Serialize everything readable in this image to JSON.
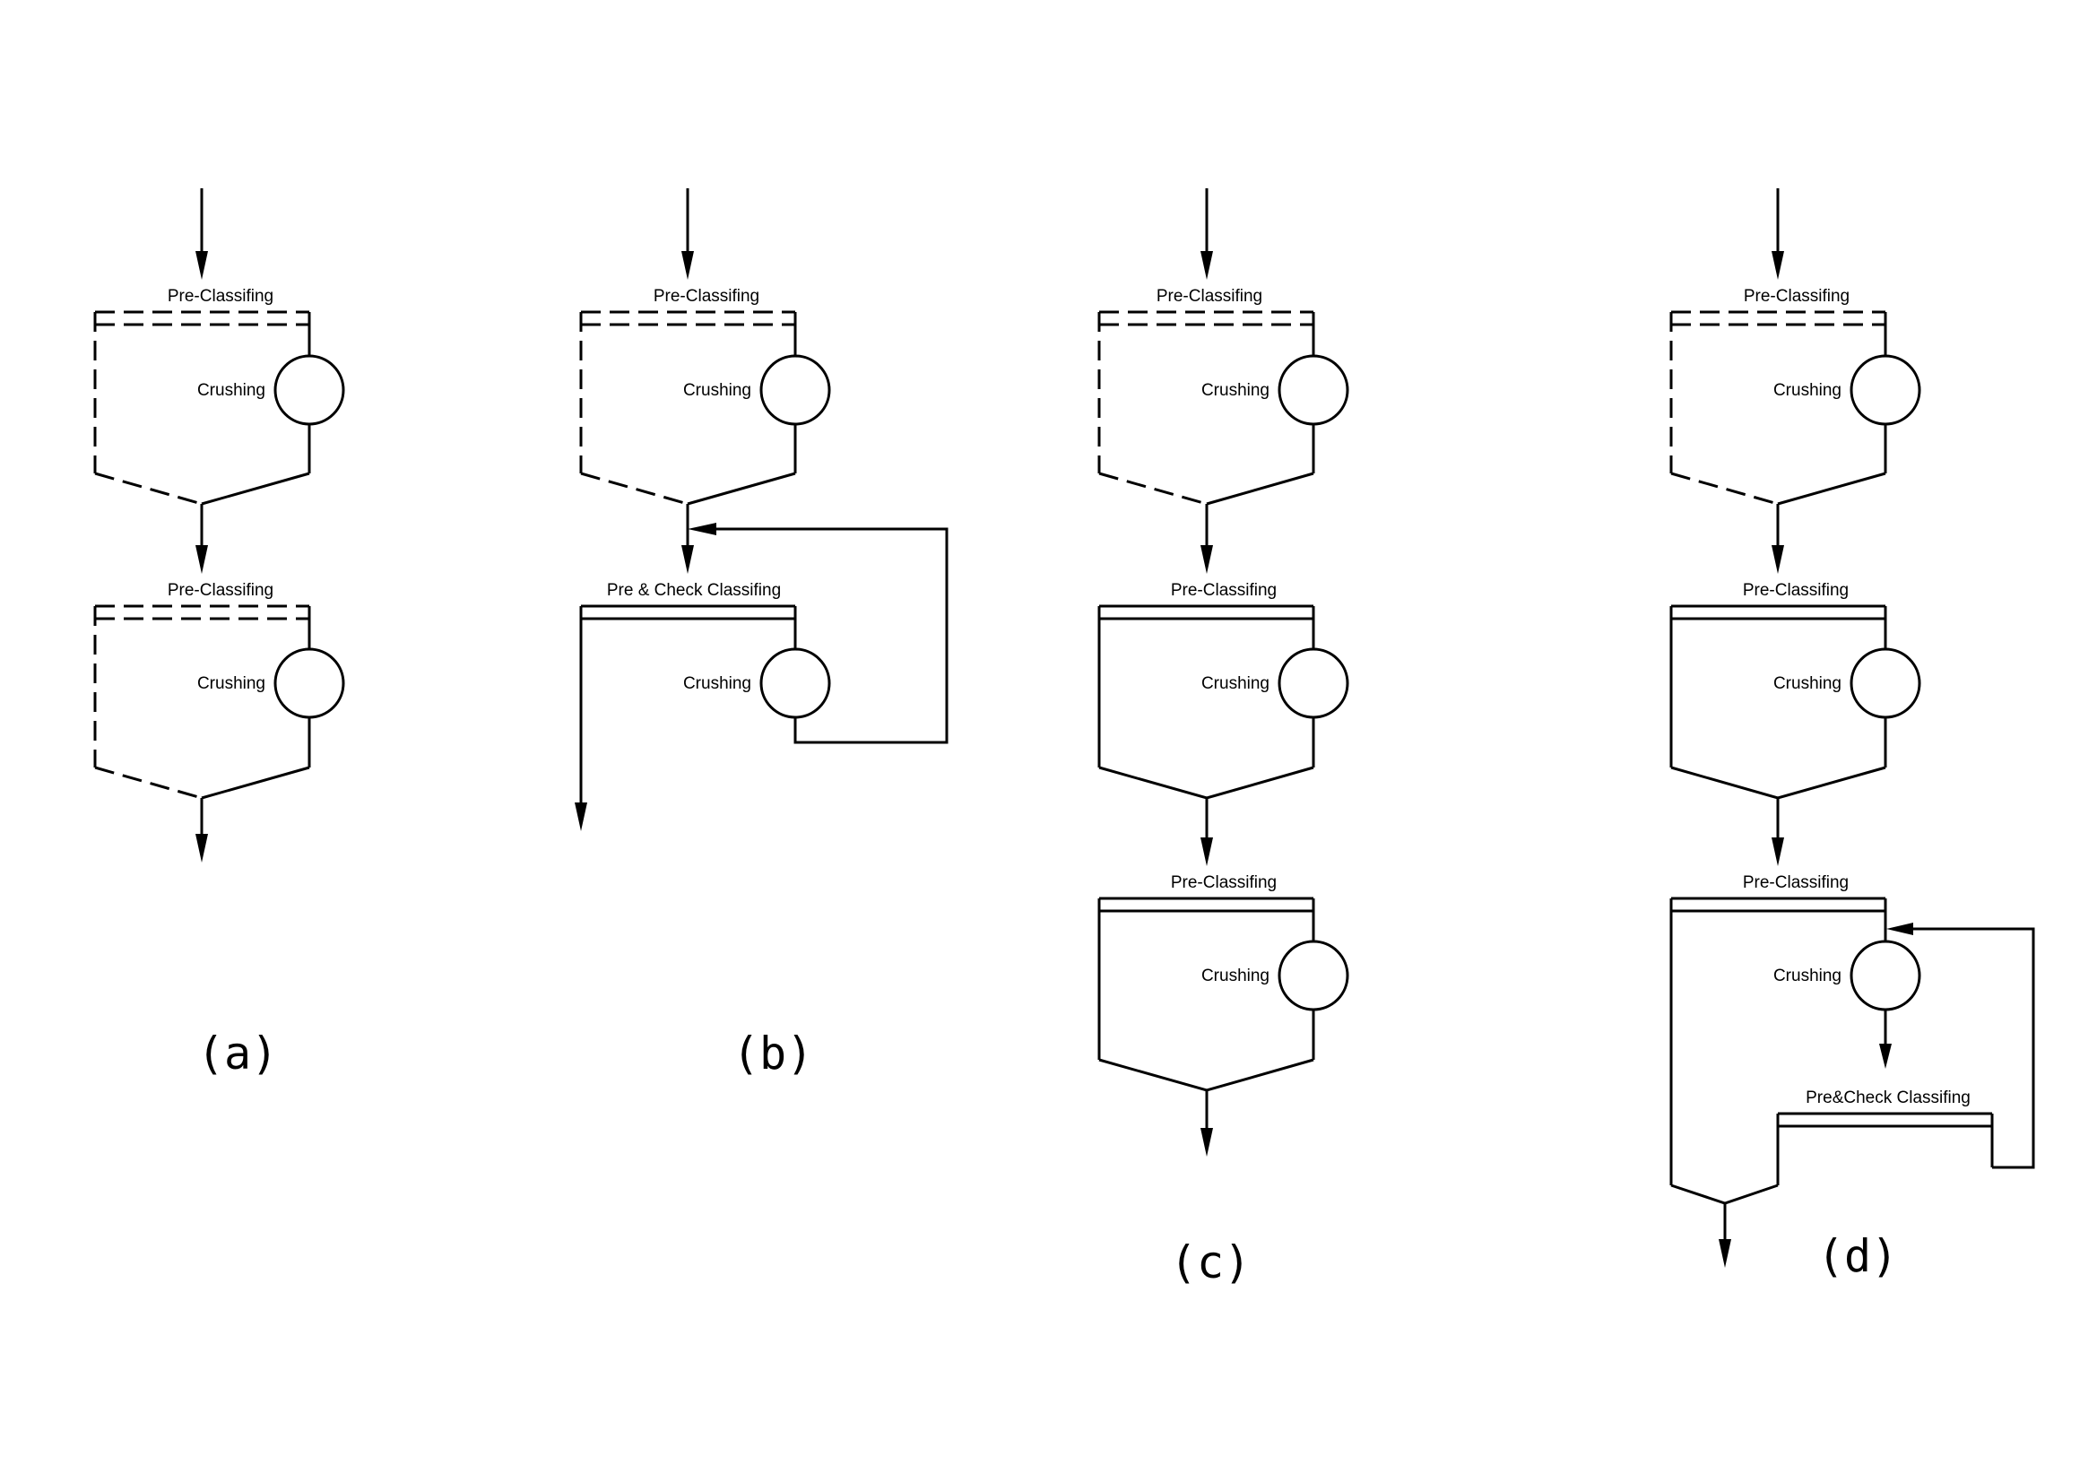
{
  "labels": {
    "pre_classifing": "Pre-Classifing",
    "crushing": "Crushing",
    "pre_check_classifing_spaced": "Pre &  Check Classifing",
    "pre_check_classifing": "Pre&Check Classifing"
  },
  "captions": {
    "a": "(a)",
    "b": "(b)",
    "c": "(c)",
    "d": "(d)"
  }
}
